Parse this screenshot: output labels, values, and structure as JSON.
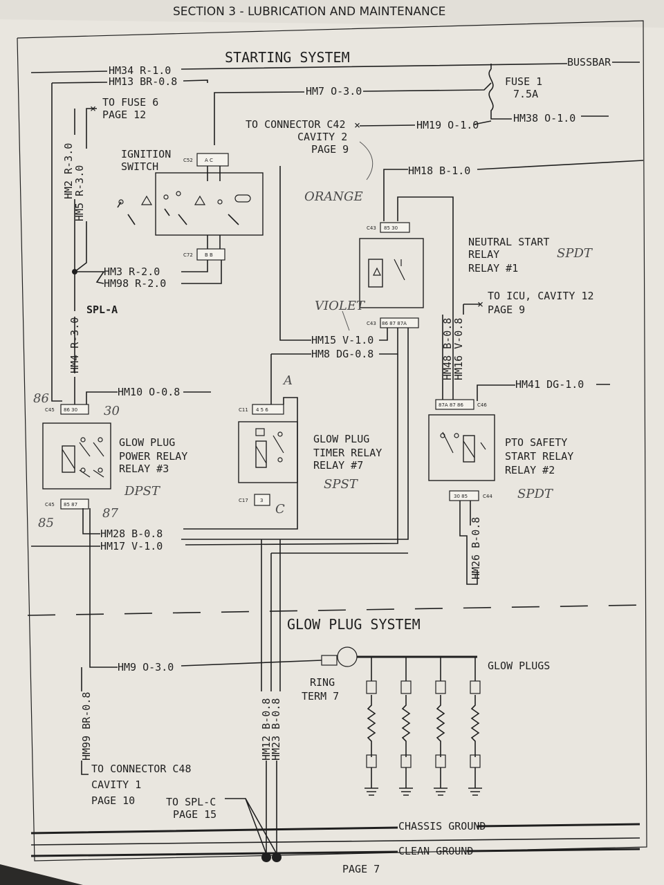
{
  "header": "SECTION 3 - LUBRICATION AND MAINTENANCE",
  "sections": {
    "starting": "STARTING SYSTEM",
    "glow": "GLOW PLUG SYSTEM"
  },
  "page_number": "PAGE 7",
  "wires": {
    "hm34": "HM34 R-1.0",
    "hm13": "HM13 BR-0.8",
    "bussbar": "BUSSBAR",
    "hm7": "HM7 O-3.0",
    "hm19": "HM19 O-1.0",
    "hm38": "HM38 O-1.0",
    "hm2": "HM2 R-3.0",
    "hm5": "HM5 R-3.0",
    "hm18": "HM18 B-1.0",
    "hm3": "HM3 R-2.0",
    "hm98": "HM98 R-2.0",
    "hm4": "HM4 R-3.0",
    "hm15": "HM15 V-1.0",
    "hm8": "HM8 DG-0.8",
    "hm48": "HM48 B-0.8",
    "hm16": "HM16 V-0.8",
    "hm10": "HM10 O-0.8",
    "hm41": "HM41 DG-1.0",
    "hm28": "HM28 B-0.8",
    "hm17": "HM17 V-1.0",
    "hm26": "HM26 B-0.8",
    "hm9": "HM9 O-3.0",
    "hm99": "HM99 BR-0.8",
    "hm12": "HM12 B-0.8",
    "hm23": "HM23 B-0.8"
  },
  "labels": {
    "fuse1": "FUSE 1",
    "fuse1_rating": "7.5A",
    "to_fuse6": "TO FUSE 6",
    "to_fuse6_page": "PAGE 12",
    "to_c42": "TO CONNECTOR C42",
    "c42_cavity": "CAVITY 2",
    "c42_page": "PAGE 9",
    "ignition1": "IGNITION",
    "ignition2": "SWITCH",
    "spl_a": "SPL-A",
    "neutral1": "NEUTRAL START",
    "neutral2": "RELAY",
    "neutral3": "RELAY #1",
    "to_icu": "TO ICU, CAVITY 12",
    "to_icu_page": "PAGE 9",
    "gp_power1": "GLOW PLUG",
    "gp_power2": "POWER RELAY",
    "gp_power3": "RELAY #3",
    "gp_timer1": "GLOW PLUG",
    "gp_timer2": "TIMER RELAY",
    "gp_timer3": "RELAY #7",
    "pto1": "PTO SAFETY",
    "pto2": "START RELAY",
    "pto3": "RELAY #2",
    "ring1": "RING",
    "ring2": "TERM 7",
    "glow_plugs": "GLOW PLUGS",
    "to_c48": "TO CONNECTOR C48",
    "c48_cavity": "CAVITY 1",
    "c48_page": "PAGE 10",
    "to_splc": "TO SPL-C",
    "splc_page": "PAGE 15",
    "chassis_ground": "CHASSIS GROUND",
    "clean_ground": "CLEAN GROUND"
  },
  "connectors": {
    "c52": "C52",
    "c72": "C72",
    "c43a": "C43",
    "c43b": "C43",
    "c45a": "C45",
    "c45b": "C45",
    "c11a": "C11",
    "c11b": "C17",
    "c46": "C46",
    "c44": "C44",
    "ign_top": "A  C",
    "ign_bot": "B  B",
    "nsr_top": "85 30",
    "nsr_bot": "86 87 87A",
    "gpp_top": "86 30",
    "gpp_bot": "85 87",
    "gpt_top": "4  5  6",
    "gpt_bot": "3",
    "pto_top": "87A 87 86",
    "pto_bot": "30 85"
  },
  "handwritten": {
    "orange": "ORANGE",
    "violet": "VIOLET",
    "spdt1": "SPDT",
    "spdt2": "SPDT",
    "spst": "SPST",
    "dpst": "DPST",
    "n86": "86",
    "n30": "30",
    "n85": "85",
    "n87": "87",
    "a": "A",
    "c": "C"
  }
}
